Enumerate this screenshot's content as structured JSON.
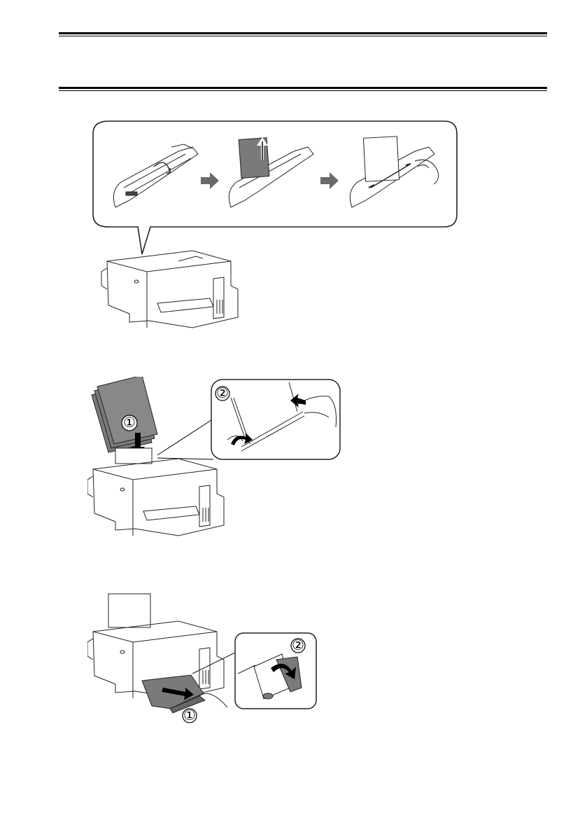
{
  "page": {
    "header_rules": 2
  },
  "figures": [
    {
      "id": "fig-1",
      "description_icon": "printer-rear-feeder-guide-sequence"
    },
    {
      "id": "fig-2",
      "description_icon": "printer-load-paper-steps"
    },
    {
      "id": "fig-3",
      "description_icon": "printer-output-tray-steps"
    }
  ],
  "labels": {
    "step1": "①",
    "step2": "②"
  },
  "colors": {
    "ink": "#222222",
    "paper_gray": "#7a7a7a",
    "arrow_gray": "#6a6a6a"
  }
}
